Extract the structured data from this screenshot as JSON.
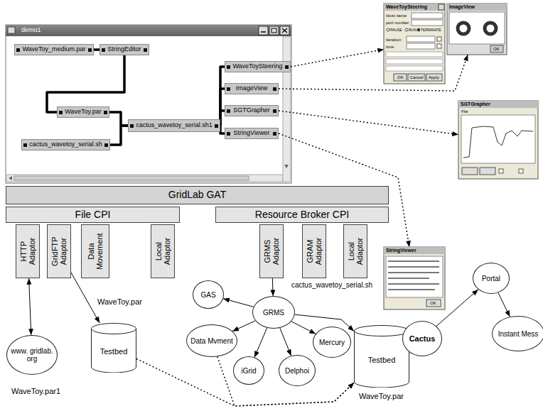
{
  "diagram": {
    "nodes": [
      {
        "text": [
          "demo1"
        ]
      },
      {
        "text": [
          "WaveToy_medium.par"
        ],
        "in": 0
      },
      {
        "text": [
          "StringEditor"
        ],
        "in": 0
      },
      {
        "text": [
          "WaveToy.par"
        ],
        "in": 0
      },
      {
        "text": [
          "cactus_wavetoy_serial.sh1"
        ],
        "in": 0
      },
      {
        "text": [
          "cactus_wavetoy_serial.sh"
        ],
        "in": 0
      },
      {
        "text": [
          "WaveToySteering"
        ],
        "in": 0
      },
      {
        "text": [
          "ImageView"
        ],
        "in": 0
      },
      {
        "text": [
          "SGTGrapher"
        ],
        "in": 0
      },
      {
        "text": [
          "StringViewer"
        ],
        "in": 0
      },
      {
        "text": [
          "WaveToySteering"
        ]
      },
      {
        "text": [
          "ImageView"
        ]
      },
      {
        "text": [
          "SGTGrapher"
        ]
      },
      {
        "text": [
          "StringViewer"
        ]
      },
      {
        "text": [
          "GridLab GAT"
        ]
      },
      {
        "text": [
          "File CPI"
        ]
      },
      {
        "text": [
          "Resource Broker CPI"
        ]
      },
      {
        "text": [
          "HTTP Adaptor"
        ]
      },
      {
        "text": [
          "GridFTP Adaptor"
        ]
      },
      {
        "text": [
          "Data Movement"
        ]
      },
      {
        "text": [
          "Local Adaptor"
        ]
      },
      {
        "text": [
          "GRMS Adaptor"
        ]
      },
      {
        "text": [
          "GRAM Adaptor"
        ]
      },
      {
        "text": [
          "Local Adaptor"
        ]
      },
      {
        "text": [
          "GAS"
        ]
      },
      {
        "text": [
          "GRMS"
        ]
      },
      {
        "text": [
          "www. gridlab. org"
        ]
      },
      {
        "text": [
          "Testbed"
        ]
      },
      {
        "text": [
          "Data Mvment"
        ]
      },
      {
        "text": [
          "iGrid"
        ]
      },
      {
        "text": [
          "Delphoi"
        ]
      },
      {
        "text": [
          "Mercury"
        ]
      },
      {
        "text": [
          "Testbed"
        ]
      },
      {
        "text": [
          "Cactus"
        ]
      },
      {
        "text": [
          "Portal"
        ]
      },
      {
        "text": [
          "Instant Mess"
        ]
      }
    ],
    "edges": [
      {
        "from": 1,
        "to": 2,
        "arrow": "none"
      },
      {
        "from": 2,
        "to": 3,
        "arrow": "none"
      },
      {
        "from": 3,
        "to": 4,
        "arrow": "none"
      },
      {
        "from": 5,
        "to": 4,
        "arrow": "none"
      },
      {
        "from": 4,
        "to": 6,
        "arrow": "none"
      },
      {
        "from": 4,
        "to": 7,
        "arrow": "none"
      },
      {
        "from": 4,
        "to": 8,
        "arrow": "none"
      },
      {
        "from": 4,
        "to": 9,
        "arrow": "none"
      },
      {
        "from": 6,
        "to": 10,
        "arrow": "to"
      },
      {
        "from": 7,
        "to": 11,
        "arrow": "to"
      },
      {
        "from": 8,
        "to": 12,
        "arrow": "to"
      },
      {
        "from": 9,
        "to": 13,
        "arrow": "to"
      },
      {
        "from": 17,
        "to": 26,
        "arrow": "both"
      },
      {
        "from": 18,
        "to": 27,
        "label": "WaveToy.par",
        "arrow": "to"
      },
      {
        "from": 21,
        "to": 25,
        "arrow": "to"
      },
      {
        "from": 25,
        "to": 24,
        "arrow": "to"
      },
      {
        "from": 25,
        "to": 28,
        "arrow": "to"
      },
      {
        "from": 25,
        "to": 29,
        "arrow": "to"
      },
      {
        "from": 25,
        "to": 30,
        "arrow": "to"
      },
      {
        "from": 25,
        "to": 31,
        "arrow": "to"
      },
      {
        "from": 25,
        "to": 32,
        "arrow": "to"
      },
      {
        "from": 33,
        "to": 34,
        "arrow": "to"
      },
      {
        "from": 34,
        "to": 35,
        "arrow": "to"
      },
      {
        "from": 27,
        "to": 32,
        "arrow": "to"
      },
      {
        "from": 28,
        "to": 32,
        "arrow": "to"
      }
    ],
    "labels": [
      "WaveToy.par1",
      "cactus_wavetoy_serial.sh",
      "WaveToy.par",
      "Host name",
      "port number",
      "PAUSE",
      "RUN",
      "TERMINATE",
      "iteration",
      "time",
      "OK",
      "Cancel",
      "Apply",
      "OK",
      "File",
      "OK"
    ]
  }
}
